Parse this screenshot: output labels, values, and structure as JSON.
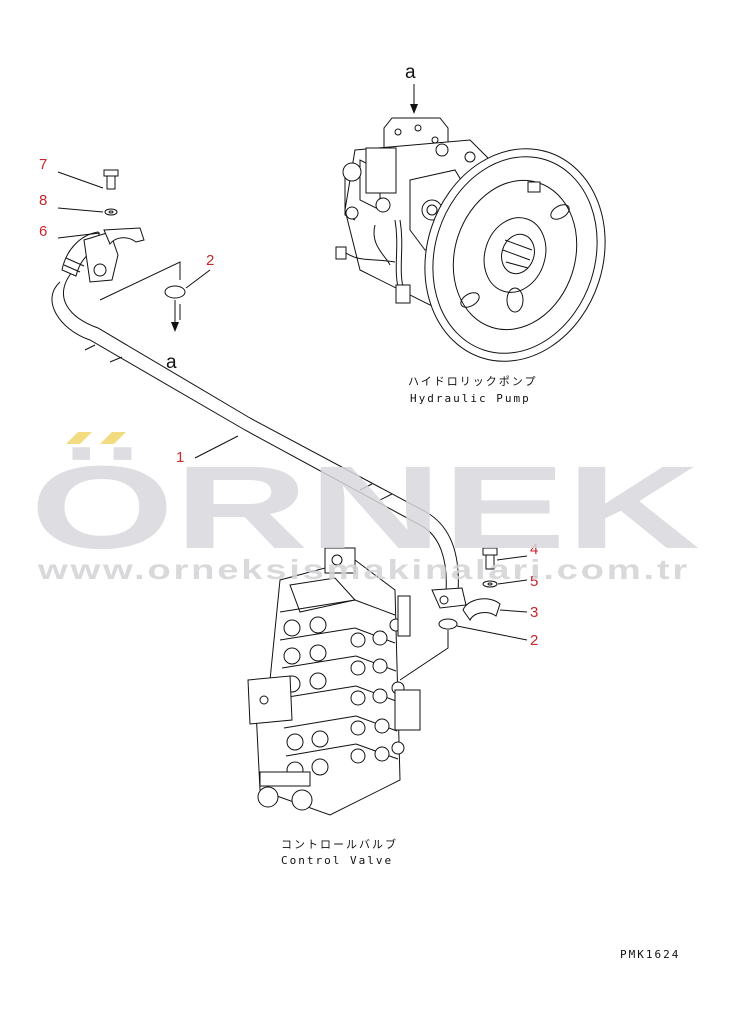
{
  "watermark": {
    "brand": "ÖRNEK",
    "url": "www.orneksismakinalari.com.tr",
    "accent_color": "#f1d56c",
    "text_color": "#d9d9dd"
  },
  "components": {
    "pump": {
      "label_jp": "ハイドロリックポンプ",
      "label_en": "Hydraulic Pump"
    },
    "valve": {
      "label_jp": "コントロールバルブ",
      "label_en": "Control Valve"
    }
  },
  "view_markers": {
    "top": "a",
    "bottom": "a"
  },
  "callouts": {
    "c1": "1",
    "c2a": "2",
    "c2b": "2",
    "c3": "3",
    "c4": "4",
    "c5": "5",
    "c6": "6",
    "c7": "7",
    "c8": "8"
  },
  "callout_color": "#c8262d",
  "drawing_code": "PMK1624"
}
